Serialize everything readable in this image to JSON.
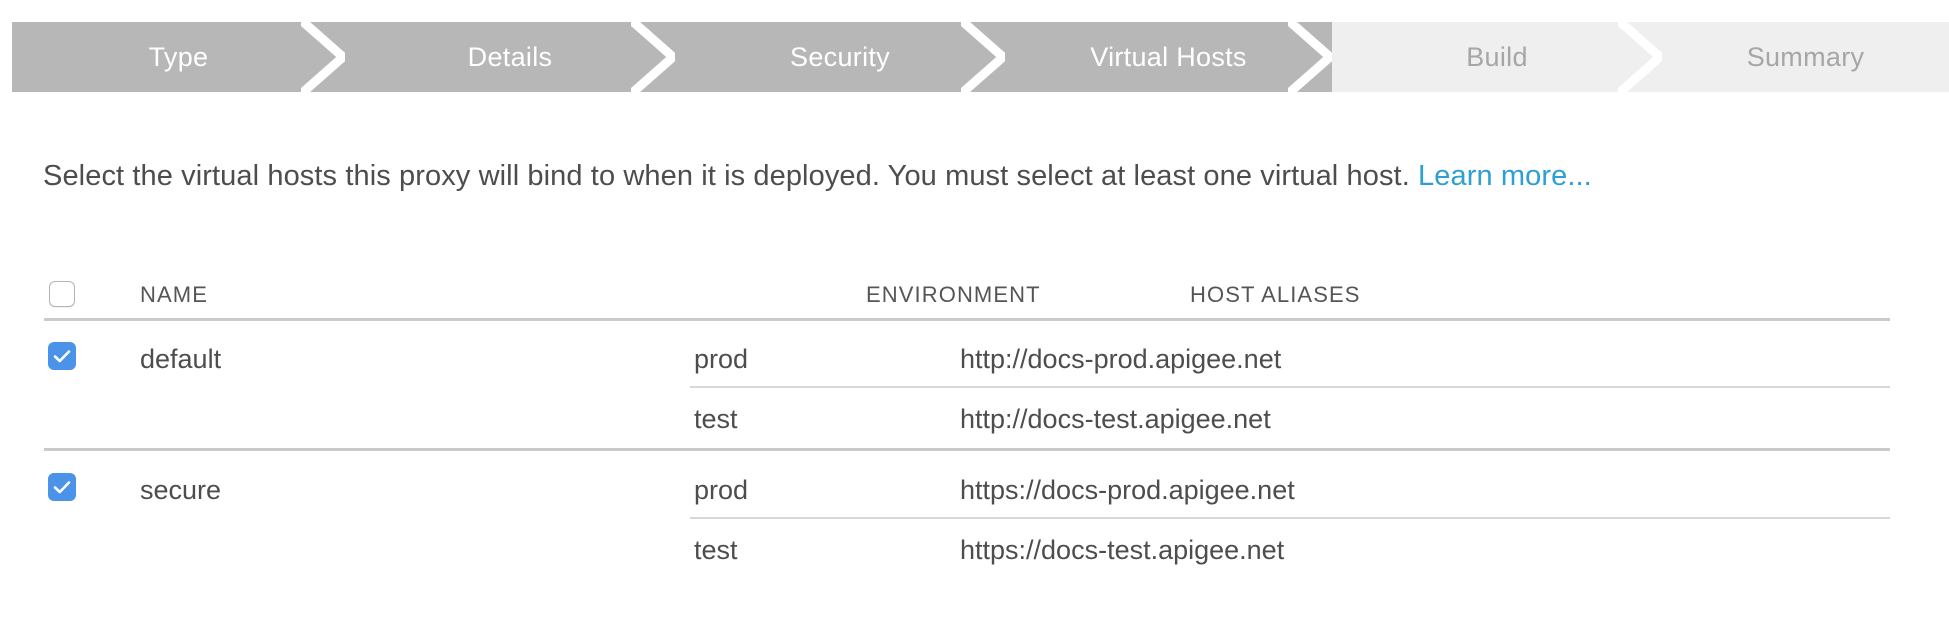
{
  "wizard": {
    "steps": [
      {
        "label": "Type",
        "state": "done"
      },
      {
        "label": "Details",
        "state": "done"
      },
      {
        "label": "Security",
        "state": "done"
      },
      {
        "label": "Virtual Hosts",
        "state": "done"
      },
      {
        "label": "Build",
        "state": "todo"
      },
      {
        "label": "Summary",
        "state": "todo"
      }
    ],
    "done_color": "#b7b7b7",
    "todo_color": "#efefef",
    "done_text_color": "#ffffff",
    "todo_text_color": "#a6a6a6"
  },
  "description": {
    "text": "Select the virtual hosts this proxy will bind to when it is deployed. You must select at least one virtual host. ",
    "link_label": "Learn more...",
    "link_color": "#2e9fd4"
  },
  "table": {
    "select_all_checked": false,
    "columns": {
      "name": "NAME",
      "environment": "ENVIRONMENT",
      "host_aliases": "HOST ALIASES"
    },
    "checkbox_color": "#4a93e8",
    "groups": [
      {
        "name": "default",
        "checked": true,
        "rows": [
          {
            "environment": "prod",
            "host_alias": "http://docs-prod.apigee.net"
          },
          {
            "environment": "test",
            "host_alias": "http://docs-test.apigee.net"
          }
        ]
      },
      {
        "name": "secure",
        "checked": true,
        "rows": [
          {
            "environment": "prod",
            "host_alias": "https://docs-prod.apigee.net"
          },
          {
            "environment": "test",
            "host_alias": "https://docs-test.apigee.net"
          }
        ]
      }
    ]
  }
}
